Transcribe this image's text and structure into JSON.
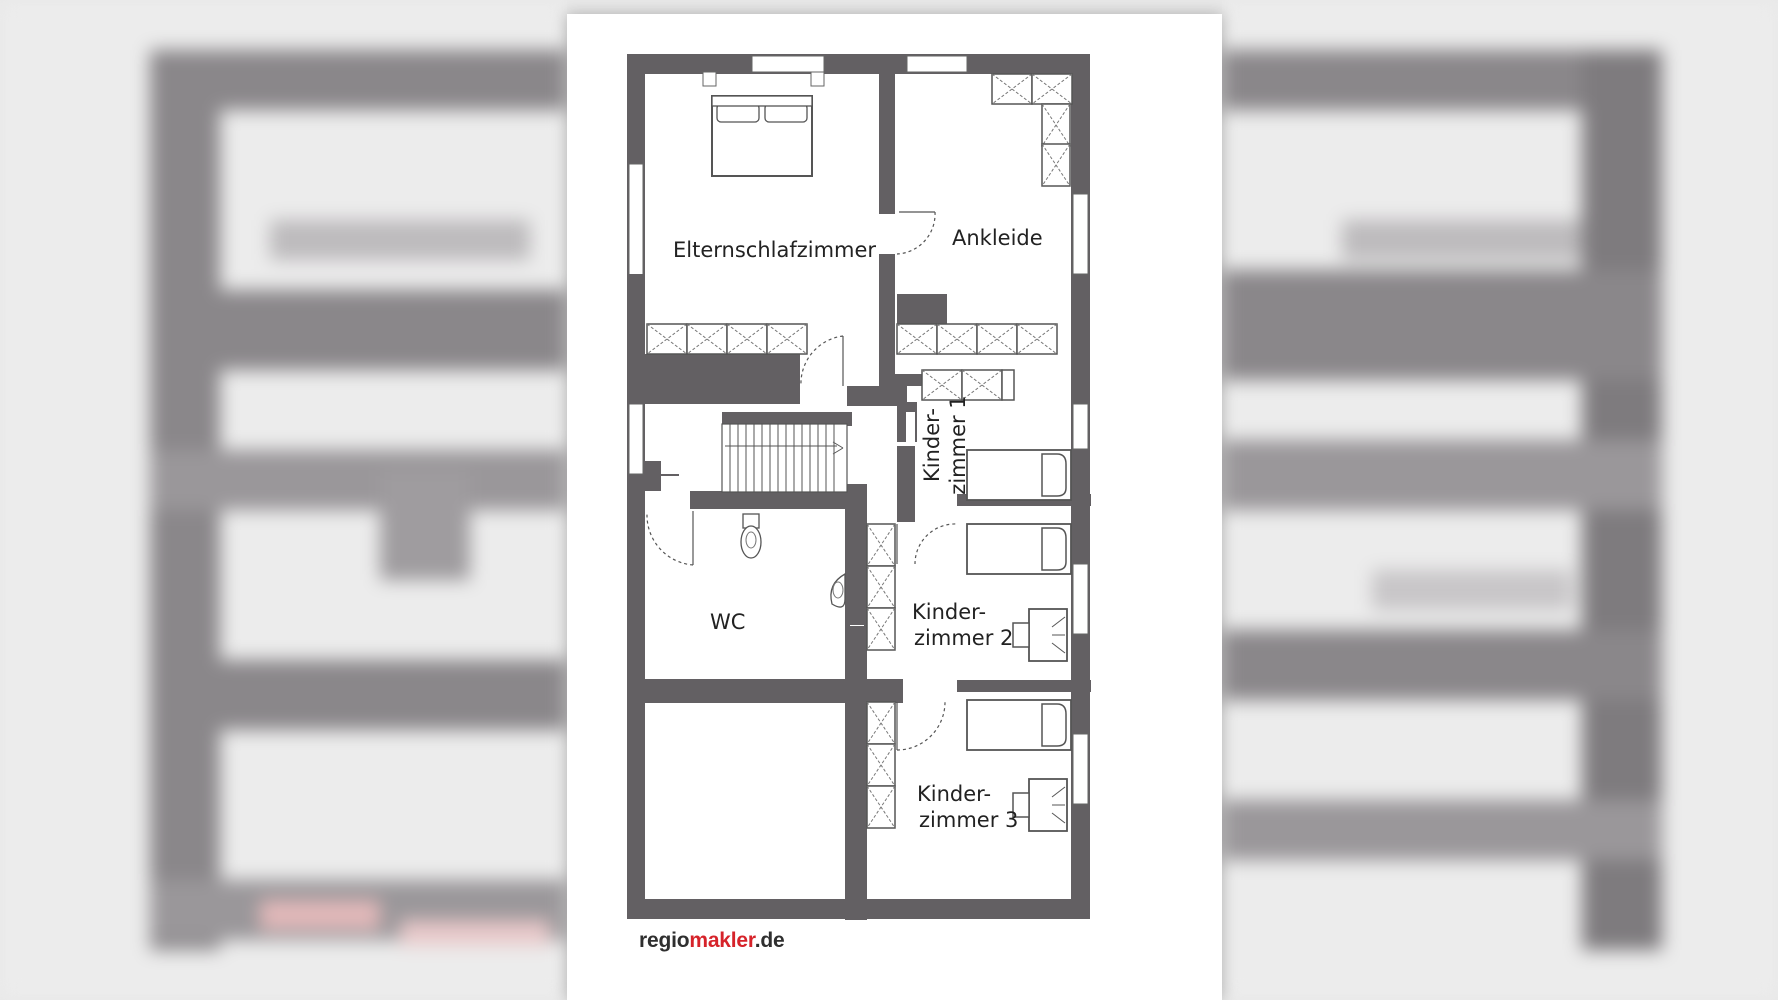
{
  "image": {
    "kind": "floor-plan",
    "wall_color": "#636063",
    "brand_color": "#d6232a"
  },
  "rooms": {
    "elternschlafzimmer": "Elternschlafzimmer",
    "ankleide": "Ankleide",
    "kinderzimmer1_line1": "Kinder-",
    "kinderzimmer1_line2": "zimmer 1",
    "wc": "WC",
    "kinderzimmer2_line1": "Kinder-",
    "kinderzimmer2_line2": "zimmer 2",
    "kinderzimmer3_line1": "Kinder-",
    "kinderzimmer3_line2": "zimmer 3"
  },
  "logo": {
    "part1": "regio",
    "part2": "makler",
    "part3": ".de"
  }
}
